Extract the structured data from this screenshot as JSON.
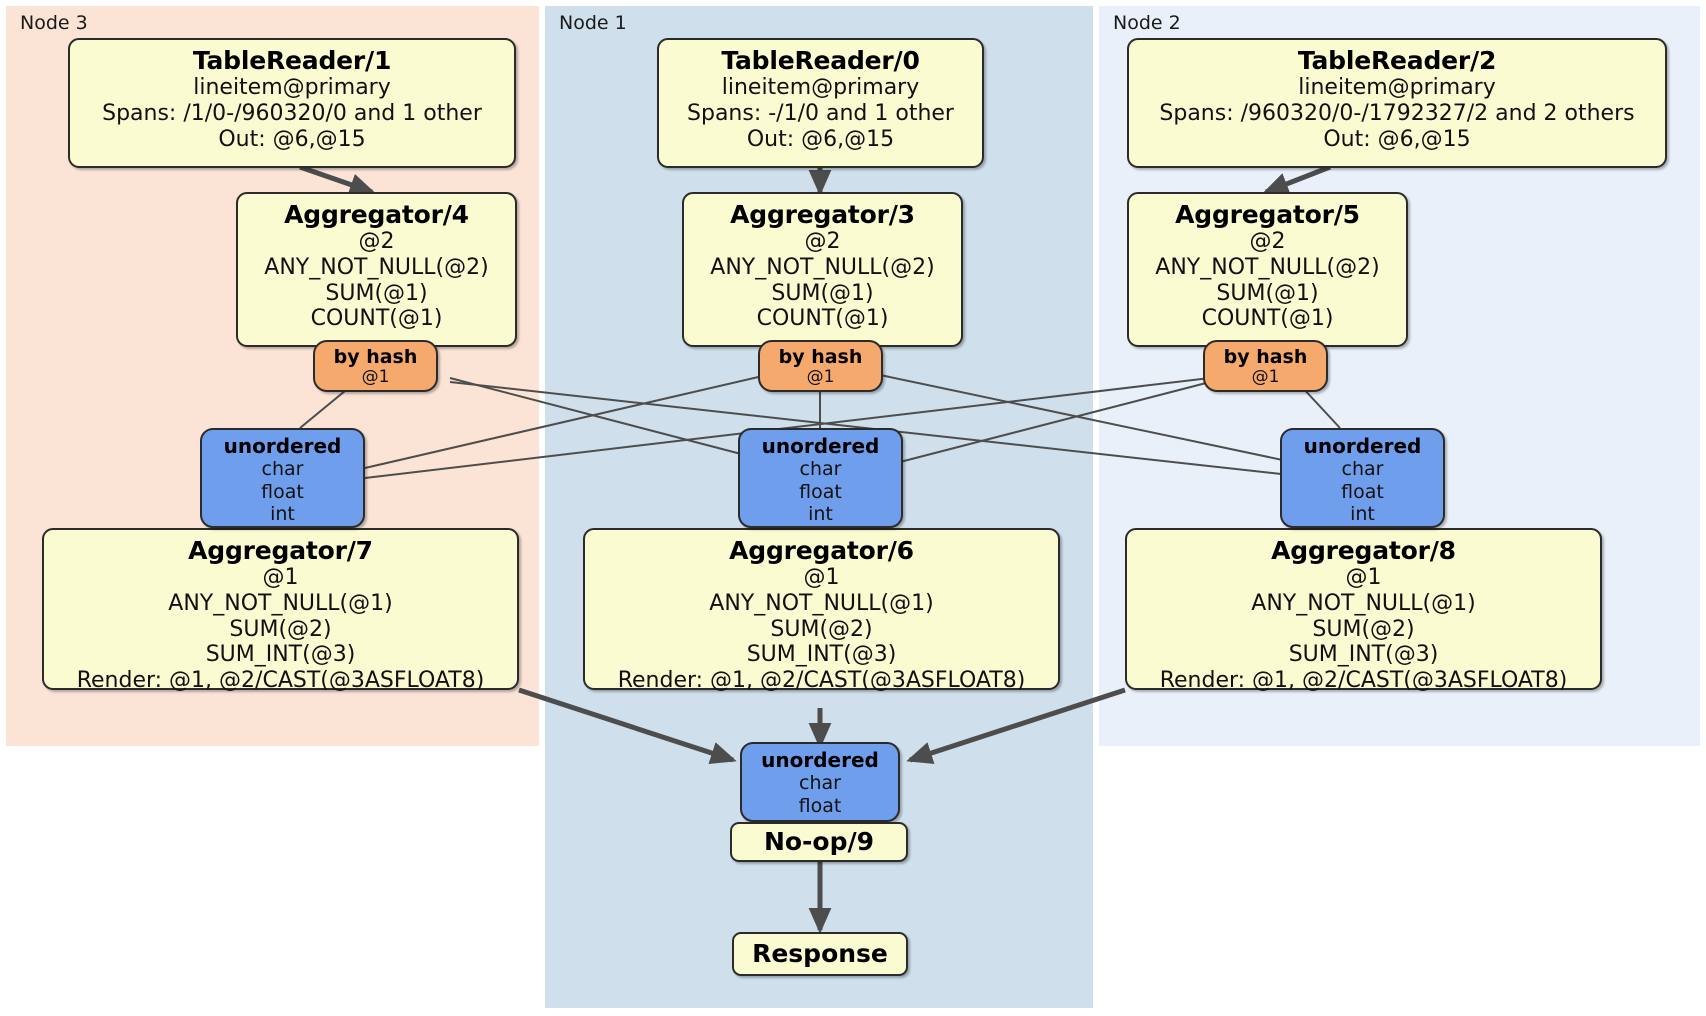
{
  "diagram": {
    "title": "Distributed query execution plan",
    "colors": {
      "node3_panel": "#fbe3d6",
      "node1_panel": "#cfdfeb",
      "node2_panel": "#eaf0fa",
      "processor_fill": "#fbfbd2",
      "router_fill": "#f6a96c",
      "synchronizer_fill": "#6f9fec",
      "edge_stroke": "#4d4d4d",
      "border": "#2b2b2b"
    }
  },
  "panels": [
    {
      "id": "node3",
      "label": "Node 3"
    },
    {
      "id": "node1",
      "label": "Node 1"
    },
    {
      "id": "node2",
      "label": "Node 2"
    }
  ],
  "nodes": {
    "tablereader_1": {
      "title": "TableReader/1",
      "lines": [
        "lineitem@primary",
        "Spans: /1/0-/960320/0 and 1 other",
        "Out: @6,@15"
      ]
    },
    "tablereader_0": {
      "title": "TableReader/0",
      "lines": [
        "lineitem@primary",
        "Spans: -/1/0 and 1 other",
        "Out: @6,@15"
      ]
    },
    "tablereader_2": {
      "title": "TableReader/2",
      "lines": [
        "lineitem@primary",
        "Spans: /960320/0-/1792327/2 and 2 others",
        "Out: @6,@15"
      ]
    },
    "aggregator_4": {
      "title": "Aggregator/4",
      "lines": [
        "@2",
        "ANY_NOT_NULL(@2)",
        "SUM(@1)",
        "COUNT(@1)"
      ]
    },
    "aggregator_3": {
      "title": "Aggregator/3",
      "lines": [
        "@2",
        "ANY_NOT_NULL(@2)",
        "SUM(@1)",
        "COUNT(@1)"
      ]
    },
    "aggregator_5": {
      "title": "Aggregator/5",
      "lines": [
        "@2",
        "ANY_NOT_NULL(@2)",
        "SUM(@1)",
        "COUNT(@1)"
      ]
    },
    "byhash_left": {
      "title": "by hash",
      "lines": [
        "@1"
      ]
    },
    "byhash_center": {
      "title": "by hash",
      "lines": [
        "@1"
      ]
    },
    "byhash_right": {
      "title": "by hash",
      "lines": [
        "@1"
      ]
    },
    "unordered_left": {
      "title": "unordered",
      "lines": [
        "char",
        "float",
        "int"
      ]
    },
    "unordered_center": {
      "title": "unordered",
      "lines": [
        "char",
        "float",
        "int"
      ]
    },
    "unordered_right": {
      "title": "unordered",
      "lines": [
        "char",
        "float",
        "int"
      ]
    },
    "aggregator_7": {
      "title": "Aggregator/7",
      "lines": [
        "@1",
        "ANY_NOT_NULL(@1)",
        "SUM(@2)",
        "SUM_INT(@3)",
        "Render: @1, @2/CAST(@3ASFLOAT8)"
      ]
    },
    "aggregator_6": {
      "title": "Aggregator/6",
      "lines": [
        "@1",
        "ANY_NOT_NULL(@1)",
        "SUM(@2)",
        "SUM_INT(@3)",
        "Render: @1, @2/CAST(@3ASFLOAT8)"
      ]
    },
    "aggregator_8": {
      "title": "Aggregator/8",
      "lines": [
        "@1",
        "ANY_NOT_NULL(@1)",
        "SUM(@2)",
        "SUM_INT(@3)",
        "Render: @1, @2/CAST(@3ASFLOAT8)"
      ]
    },
    "unordered_final": {
      "title": "unordered",
      "lines": [
        "char",
        "float"
      ]
    },
    "noop_9": {
      "title": "No-op/9",
      "lines": []
    },
    "response": {
      "title": "Response",
      "lines": []
    }
  }
}
